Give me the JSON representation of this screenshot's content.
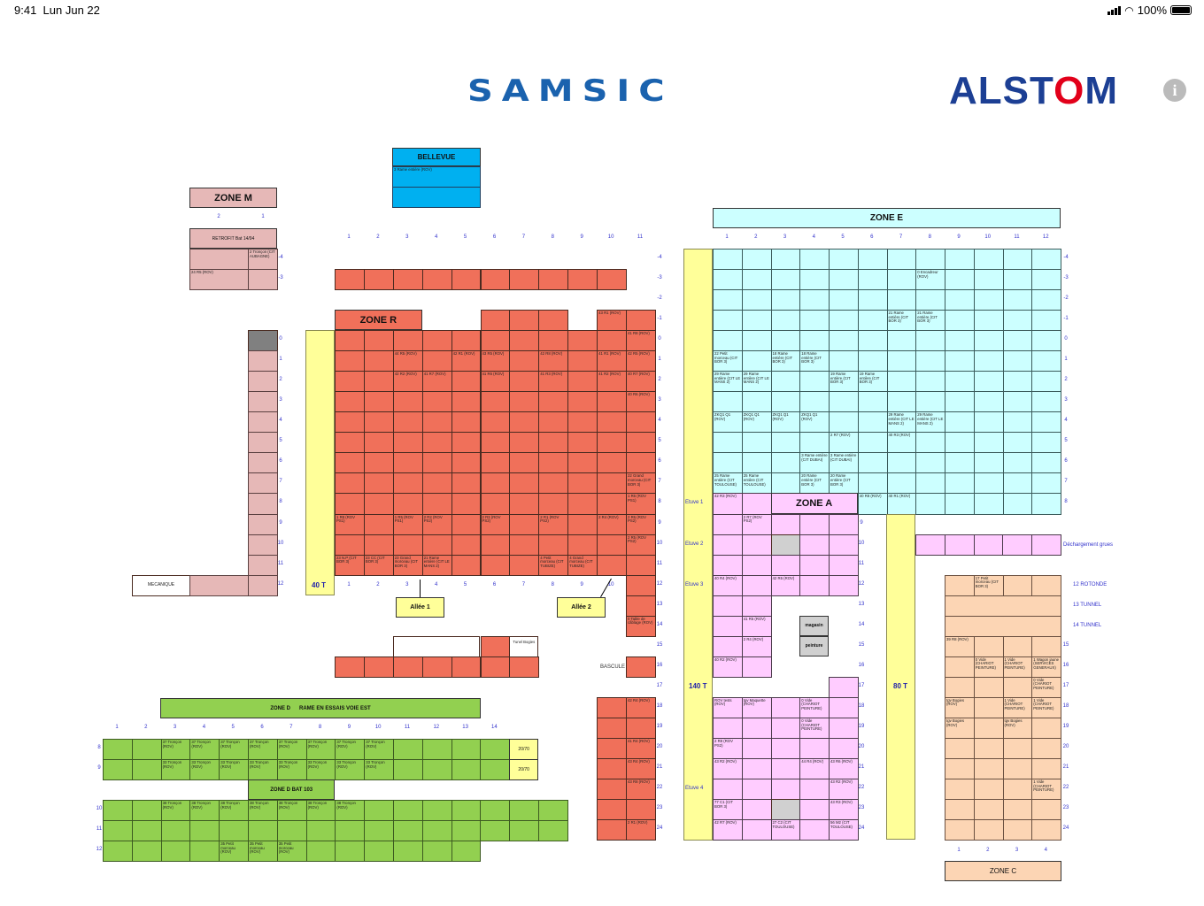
{
  "status_bar": {
    "time": "9:41",
    "date": "Lun Jun 22",
    "battery": "100%"
  },
  "logos": {
    "left": "SAMSIC",
    "right": "ALSTOM"
  },
  "zone_m": {
    "title": "ZONE M",
    "col_labels": [
      "2",
      "1"
    ],
    "retrofit": "RETROFIT Bat 14/94",
    "mecanique": "MECANIQUE",
    "row_labels_top": [
      "-4",
      "-3"
    ],
    "row_labels": [
      "0",
      "1",
      "2",
      "3",
      "4",
      "5",
      "6",
      "7",
      "8",
      "9",
      "10",
      "11",
      "12"
    ],
    "cells": [
      {
        "r": -4,
        "c": 1,
        "t": "2 Tronçon (CIT AUBAGNE)"
      },
      {
        "r": -3,
        "c": 2,
        "t": "24 R5 (ROV)"
      }
    ]
  },
  "bellevue": {
    "title": "BELLEVUE",
    "cell": "3 Rame entière (ROV)"
  },
  "zone_r": {
    "title": "ZONE R",
    "col_labels": [
      "1",
      "2",
      "3",
      "4",
      "5",
      "6",
      "7",
      "8",
      "9",
      "10",
      "11"
    ],
    "row_labels": [
      "-4",
      "-3",
      "-2",
      "-1",
      "0",
      "1",
      "2",
      "3",
      "4",
      "5",
      "6",
      "7",
      "8",
      "9",
      "10",
      "11",
      "12",
      "13",
      "14",
      "15",
      "16",
      "17",
      "18",
      "19",
      "20",
      "21",
      "22",
      "23",
      "24"
    ],
    "yellow_bar": "40 T",
    "allee1": "Allée 1",
    "allee2": "Allée 2",
    "tunnel_bogies": "Tunel Bogies",
    "bascule": "BASCULE",
    "cells": [
      {
        "r": -1,
        "c": 10,
        "t": "43 R1 (ROV)"
      },
      {
        "r": 0,
        "c": 11,
        "t": "41 R8 (ROV)"
      },
      {
        "r": 1,
        "c": 3,
        "t": "44 R5 (ROV)"
      },
      {
        "r": 1,
        "c": 5,
        "t": "42 R1 (ROV)"
      },
      {
        "r": 1,
        "c": 6,
        "t": "43 R5 (ROV)"
      },
      {
        "r": 1,
        "c": 8,
        "t": "42 R8 (ROV)"
      },
      {
        "r": 1,
        "c": 10,
        "t": "41 R1 (ROV)"
      },
      {
        "r": 1,
        "c": 11,
        "t": "42 R5 (ROV)"
      },
      {
        "r": 2,
        "c": 3,
        "t": "42 R2 (ROV)"
      },
      {
        "r": 2,
        "c": 4,
        "t": "41 R7 (ROV)"
      },
      {
        "r": 2,
        "c": 6,
        "t": "41 R6 (ROV)"
      },
      {
        "r": 2,
        "c": 8,
        "t": "41 R3 (ROV)"
      },
      {
        "r": 2,
        "c": 10,
        "t": "41 R2 (ROV)"
      },
      {
        "r": 2,
        "c": 11,
        "t": "40 R7 (ROV)"
      },
      {
        "r": 3,
        "c": 11,
        "t": "40 R6 (ROV)"
      },
      {
        "r": 7,
        "c": 11,
        "t": "22 Grand morceau (CIT BOR 3)"
      },
      {
        "r": 8,
        "c": 11,
        "t": "1 R6 (ROV PS1)"
      },
      {
        "r": 9,
        "c": 1,
        "t": "1 R8 (ROV PS1)"
      },
      {
        "r": 9,
        "c": 3,
        "t": "1 R5 (ROV PS1)"
      },
      {
        "r": 9,
        "c": 4,
        "t": "2 R2 (ROV PS2)"
      },
      {
        "r": 9,
        "c": 6,
        "t": "2 R3 (ROV PS2)"
      },
      {
        "r": 9,
        "c": 8,
        "t": "2 R1 (ROV PS2)"
      },
      {
        "r": 9,
        "c": 10,
        "t": "2 R4 (ROV)"
      },
      {
        "r": 9,
        "c": 11,
        "t": "2 R6 (ROV PS2)"
      },
      {
        "r": 10,
        "c": 11,
        "t": "2 R5 (ROV PS2)"
      },
      {
        "r": 11,
        "c": 1,
        "t": "23 N.P (CIT BOR 3)"
      },
      {
        "r": 11,
        "c": 2,
        "t": "23 CC (CIT BOR 3)"
      },
      {
        "r": 11,
        "c": 3,
        "t": "23 Grand morceau (CIT BOR 3)"
      },
      {
        "r": 11,
        "c": 4,
        "t": "21 Rame entière (CIT LE MANS 2)"
      },
      {
        "r": 11,
        "c": 8,
        "t": "4 Petit morceau (CIT TUBIZE)"
      },
      {
        "r": 11,
        "c": 9,
        "t": "4 Grand morceau (CIT TUBIZE)"
      },
      {
        "r": 14,
        "c": 11,
        "t": "0 Table de câblage (ROV)"
      },
      {
        "r": 18,
        "c": 11,
        "t": "42 R4 (ROV)"
      },
      {
        "r": 20,
        "c": 11,
        "t": "41 R4 (ROV)"
      },
      {
        "r": 21,
        "c": 11,
        "t": "43 R4 (ROV)"
      },
      {
        "r": 22,
        "c": 11,
        "t": "43 R8 (ROV)"
      },
      {
        "r": 24,
        "c": 11,
        "t": "2 R1 (ROV)"
      }
    ]
  },
  "zone_e": {
    "title": "ZONE E",
    "col_labels": [
      "1",
      "2",
      "3",
      "4",
      "5",
      "6",
      "7",
      "8",
      "9",
      "10",
      "11",
      "12"
    ],
    "row_labels": [
      "-4",
      "-3",
      "-2",
      "-1",
      "0",
      "1",
      "2",
      "3",
      "4",
      "5",
      "6",
      "7",
      "8"
    ],
    "cells": [
      {
        "r": -3,
        "c": 8,
        "t": "0 Encadreur (ROV)"
      },
      {
        "r": -1,
        "c": 7,
        "t": "21 Rame entière (CIT BOR 3)"
      },
      {
        "r": -1,
        "c": 8,
        "t": "21 Rame entière (CIT BOR 3)"
      },
      {
        "r": 1,
        "c": 1,
        "t": "22 Petit morceau (CIT BOR 3)"
      },
      {
        "r": 1,
        "c": 3,
        "t": "18 Rame entière (CIT BOR 3)"
      },
      {
        "r": 1,
        "c": 4,
        "t": "18 Rame entière (CIT BOR 3)"
      },
      {
        "r": 2,
        "c": 1,
        "t": "29 Rame entière (CIT LE MANS 2)"
      },
      {
        "r": 2,
        "c": 2,
        "t": "29 Rame entière (CIT LE MANS 2)"
      },
      {
        "r": 2,
        "c": 5,
        "t": "19 Rame entière (CIT BOR 3)"
      },
      {
        "r": 2,
        "c": 6,
        "t": "19 Rame entière (CIT BOR 3)"
      },
      {
        "r": 4,
        "c": 1,
        "t": "ZKQ1 Q1 (ROV)"
      },
      {
        "r": 4,
        "c": 2,
        "t": "ZKQ1 Q1 (ROV)"
      },
      {
        "r": 4,
        "c": 3,
        "t": "ZKQ1 Q1 (ROV)"
      },
      {
        "r": 4,
        "c": 4,
        "t": "ZKQ1 Q1 (ROV)"
      },
      {
        "r": 4,
        "c": 7,
        "t": "29 Rame entière (CIT LE MANS 2)"
      },
      {
        "r": 4,
        "c": 8,
        "t": "29 Rame entière (CIT LE MANS 2)"
      },
      {
        "r": 5,
        "c": 5,
        "t": "2 R7 (ROV)"
      },
      {
        "r": 5,
        "c": 7,
        "t": "40 R3 (ROV)"
      },
      {
        "r": 6,
        "c": 4,
        "t": "3 Rame entière (CIT DUBAI)"
      },
      {
        "r": 6,
        "c": 5,
        "t": "3 Rame entière (CIT DUBAI)"
      },
      {
        "r": 7,
        "c": 1,
        "t": "25 Rame entière (CIT TOULOUSE)"
      },
      {
        "r": 7,
        "c": 2,
        "t": "25 Rame entière (CIT TOULOUSE)"
      },
      {
        "r": 7,
        "c": 4,
        "t": "20 Rame entière (CIT BOR 3)"
      },
      {
        "r": 7,
        "c": 5,
        "t": "20 Rame entière (CIT BOR 3)"
      },
      {
        "r": 8,
        "c": 6,
        "t": "40 R8 (ROV)"
      },
      {
        "r": 8,
        "c": 7,
        "t": "40 R1 (ROV)"
      }
    ]
  },
  "zone_a": {
    "title": "ZONE A",
    "row_labels": [
      "9",
      "10",
      "11",
      "12",
      "13",
      "14",
      "15",
      "16",
      "17",
      "18",
      "19",
      "20",
      "21",
      "22",
      "23",
      "24"
    ],
    "etuves": [
      "Etuve 1",
      "Etuve 2",
      "Etuve 3",
      "140 T",
      "Etuve 4"
    ],
    "magasin": "magasin",
    "peinture": "peinture",
    "yellow_bar": "80 T",
    "cells": [
      {
        "r": 8,
        "c": 1,
        "t": "42 R3 (ROV)"
      },
      {
        "r": 9,
        "c": 2,
        "t": "2 R7 (ROV PS2)"
      },
      {
        "r": 12,
        "c": 1,
        "t": "40 R4 (ROV)"
      },
      {
        "r": 12,
        "c": 3,
        "t": "42 R6 (ROV)"
      },
      {
        "r": 14,
        "c": 2,
        "t": "41 R5 (ROV)"
      },
      {
        "r": 15,
        "c": 2,
        "t": "2 R4 (ROV)"
      },
      {
        "r": 16,
        "c": 1,
        "t": "40 R2 (ROV)"
      },
      {
        "r": 18,
        "c": 1,
        "t": "ROV tests (ROV)"
      },
      {
        "r": 18,
        "c": 2,
        "t": "tgv Maquette (ROV)"
      },
      {
        "r": 18,
        "c": 4,
        "t": "0 Vide (CHARIOT PEINTURE)"
      },
      {
        "r": 19,
        "c": 4,
        "t": "0 Vide (CHARIOT PEINTURE)"
      },
      {
        "r": 20,
        "c": 1,
        "t": "2 R8 (ROV PS2)"
      },
      {
        "r": 21,
        "c": 1,
        "t": "43 R2 (ROV)"
      },
      {
        "r": 21,
        "c": 4,
        "t": "44 R4 (ROV)"
      },
      {
        "r": 21,
        "c": 5,
        "t": "43 R6 (ROV)"
      },
      {
        "r": 22,
        "c": 5,
        "t": "43 R2 (ROV)"
      },
      {
        "r": 23,
        "c": 1,
        "t": "77 C1 (CIT BOR 3)"
      },
      {
        "r": 23,
        "c": 5,
        "t": "43 R3 (ROV)"
      },
      {
        "r": 24,
        "c": 1,
        "t": "42 R7 (ROV)"
      },
      {
        "r": 24,
        "c": 3,
        "t": "27 C2 (CIT TOULOUSE)"
      },
      {
        "r": 24,
        "c": 5,
        "t": "56 M2 (CIT TOULOUSE)"
      }
    ]
  },
  "dechargement": "Déchargement grues",
  "zone_c": {
    "title": "ZONE C",
    "col_labels": [
      "1",
      "2",
      "3",
      "4"
    ],
    "row_labels": [
      "15",
      "16",
      "17",
      "18",
      "19",
      "20",
      "21",
      "22",
      "23",
      "24"
    ],
    "side_labels": [
      "12 ROTONDE",
      "13 TUNNEL",
      "14 TUNNEL"
    ],
    "cells": [
      {
        "r": 12,
        "c": 2,
        "t": "17 Petit morceau (CIT BOR 3)"
      },
      {
        "r": 15,
        "c": 1,
        "t": "39 R8 (ROV)"
      },
      {
        "r": 16,
        "c": 2,
        "t": "0 Vide (CHARIOT PEINTURE)"
      },
      {
        "r": 16,
        "c": 3,
        "t": "1 Vide (CHARIOT PEINTURE)"
      },
      {
        "r": 16,
        "c": 4,
        "t": "1 Wagon jaune (SERVICES GENERAUX)"
      },
      {
        "r": 17,
        "c": 4,
        "t": "0 Vide (CHARIOT PEINTURE)"
      },
      {
        "r": 18,
        "c": 1,
        "t": "tgv Bogies (ROV)"
      },
      {
        "r": 18,
        "c": 3,
        "t": "1 Vide (CHARIOT PEINTURE)"
      },
      {
        "r": 18,
        "c": 4,
        "t": "1 Vide (CHARIOT PEINTURE)"
      },
      {
        "r": 19,
        "c": 1,
        "t": "tgv Bogies (ROV)"
      },
      {
        "r": 19,
        "c": 3,
        "t": "tgv Bogies (ROV)"
      },
      {
        "r": 22,
        "c": 4,
        "t": "1 Vide (CHARIOT PEINTURE)"
      }
    ]
  },
  "zone_d": {
    "title": "ZONE D      RAME EN ESSAIS VOIE EST",
    "bat_title": "ZONE D BAT 103",
    "col_labels": [
      "1",
      "2",
      "3",
      "4",
      "5",
      "6",
      "7",
      "8",
      "9",
      "10",
      "11",
      "12",
      "13",
      "14"
    ],
    "row_labels": [
      "8",
      "9",
      "10",
      "11",
      "12"
    ],
    "yellow_cell": "20/70",
    "cells": [
      {
        "r": 8,
        "c": 3,
        "t": "37 Tronçon (ROV)"
      },
      {
        "r": 8,
        "c": 4,
        "t": "37 Tronçon (ROV)"
      },
      {
        "r": 8,
        "c": 5,
        "t": "37 Tronçon (ROV)"
      },
      {
        "r": 8,
        "c": 6,
        "t": "37 Tronçon (ROV)"
      },
      {
        "r": 8,
        "c": 7,
        "t": "37 Tronçon (ROV)"
      },
      {
        "r": 8,
        "c": 8,
        "t": "37 Tronçon (ROV)"
      },
      {
        "r": 8,
        "c": 9,
        "t": "37 Tronçon (ROV)"
      },
      {
        "r": 8,
        "c": 10,
        "t": "37 Tronçon (ROV)"
      },
      {
        "r": 9,
        "c": 3,
        "t": "33 Tronçon (ROV)"
      },
      {
        "r": 9,
        "c": 4,
        "t": "33 Tronçon (ROV)"
      },
      {
        "r": 9,
        "c": 5,
        "t": "33 Tronçon (ROV)"
      },
      {
        "r": 9,
        "c": 6,
        "t": "33 Tronçon (ROV)"
      },
      {
        "r": 9,
        "c": 7,
        "t": "33 Tronçon (ROV)"
      },
      {
        "r": 9,
        "c": 8,
        "t": "33 Tronçon (ROV)"
      },
      {
        "r": 9,
        "c": 9,
        "t": "33 Tronçon (ROV)"
      },
      {
        "r": 9,
        "c": 10,
        "t": "33 Tronçon (ROV)"
      },
      {
        "r": 10,
        "c": 3,
        "t": "38 Tronçon (ROV)"
      },
      {
        "r": 10,
        "c": 4,
        "t": "38 Tronçon (ROV)"
      },
      {
        "r": 10,
        "c": 5,
        "t": "38 Tronçon (ROV)"
      },
      {
        "r": 10,
        "c": 6,
        "t": "38 Tronçon (ROV)"
      },
      {
        "r": 10,
        "c": 7,
        "t": "38 Tronçon (ROV)"
      },
      {
        "r": 10,
        "c": 8,
        "t": "38 Tronçon (ROV)"
      },
      {
        "r": 10,
        "c": 9,
        "t": "38 Tronçon (ROV)"
      },
      {
        "r": 12,
        "c": 5,
        "t": "35 Petit morceau (ROV)"
      },
      {
        "r": 12,
        "c": 6,
        "t": "35 Petit morceau (ROV)"
      },
      {
        "r": 12,
        "c": 7,
        "t": "35 Petit morceau (ROV)"
      }
    ]
  },
  "colors": {
    "zone_r": "#f0705a",
    "zone_e": "#ccffff",
    "zone_a": "#ffccff",
    "zone_c": "#fcd5b4",
    "zone_d": "#92d050",
    "zone_m": "#e6b8b7",
    "bellevue": "#00b0f0",
    "yellow": "#ffff99"
  }
}
